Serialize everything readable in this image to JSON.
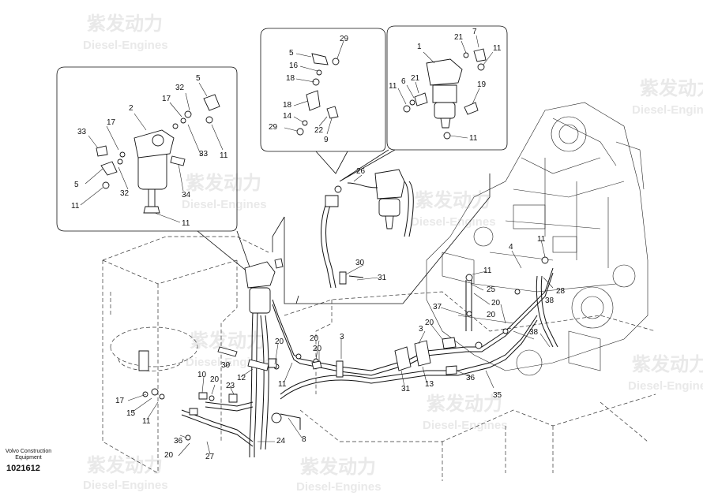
{
  "caption": {
    "company": "Volvo Construction Equipment",
    "part_number": "1021612"
  },
  "watermark": {
    "brand": "紫发动力",
    "sub": "Diesel-Engines"
  },
  "colors": {
    "ink": "#111111",
    "watermark": "#e9e9e9"
  },
  "detail_left": {
    "labels": [
      "2",
      "17",
      "17",
      "32",
      "5",
      "33",
      "11",
      "33",
      "5",
      "32",
      "11",
      "34",
      "11"
    ]
  },
  "detail_middle": {
    "labels": [
      "5",
      "29",
      "16",
      "18",
      "18",
      "14",
      "29",
      "22",
      "9"
    ]
  },
  "detail_right": {
    "labels": [
      "1",
      "21",
      "7",
      "11",
      "11",
      "6",
      "21",
      "19",
      "11"
    ]
  },
  "main": {
    "labels": [
      "26",
      "30",
      "31",
      "4",
      "11",
      "11",
      "25",
      "28",
      "20",
      "37",
      "20",
      "38",
      "38",
      "20",
      "3",
      "20",
      "20",
      "3",
      "20",
      "36",
      "35",
      "31",
      "13",
      "11",
      "30",
      "12",
      "10",
      "20",
      "23",
      "17",
      "15",
      "11",
      "36",
      "20",
      "27",
      "24",
      "8"
    ]
  }
}
